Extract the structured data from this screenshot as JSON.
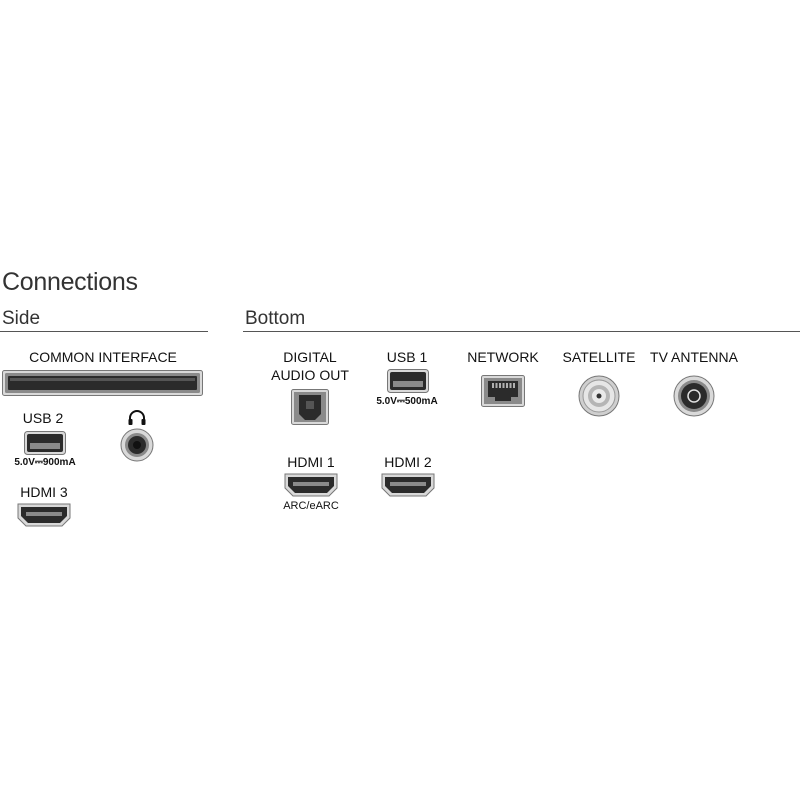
{
  "title": "Connections",
  "sections": {
    "side": {
      "heading": "Side",
      "ports": {
        "common_interface": {
          "label": "COMMON INTERFACE",
          "icon": "common-interface-slot-icon"
        },
        "usb2": {
          "label": "USB 2",
          "spec": "5.0V⎓900mA",
          "icon": "usb-port-icon"
        },
        "headphone": {
          "icon": "headphone-icon",
          "jack_icon": "audio-jack-icon"
        },
        "hdmi3": {
          "label": "HDMI 3",
          "icon": "hdmi-port-icon"
        }
      }
    },
    "bottom": {
      "heading": "Bottom",
      "ports": {
        "digital_audio_out": {
          "label_line1": "DIGITAL",
          "label_line2": "AUDIO OUT",
          "icon": "optical-audio-port-icon"
        },
        "usb1": {
          "label": "USB 1",
          "spec": "5.0V⎓500mA",
          "icon": "usb-port-icon"
        },
        "network": {
          "label": "NETWORK",
          "icon": "ethernet-port-icon"
        },
        "satellite": {
          "label": "SATELLITE",
          "icon": "satellite-connector-icon"
        },
        "tv_antenna": {
          "label": "TV ANTENNA",
          "icon": "antenna-connector-icon"
        },
        "hdmi1": {
          "label": "HDMI 1",
          "spec": "ARC/eARC",
          "icon": "hdmi-port-icon"
        },
        "hdmi2": {
          "label": "HDMI 2",
          "icon": "hdmi-port-icon"
        }
      }
    }
  },
  "colors": {
    "port_dark": "#2b2b2b",
    "port_mid": "#8a8a8a",
    "port_light": "#d9d9d9",
    "text": "#111111",
    "rule": "#555555"
  }
}
